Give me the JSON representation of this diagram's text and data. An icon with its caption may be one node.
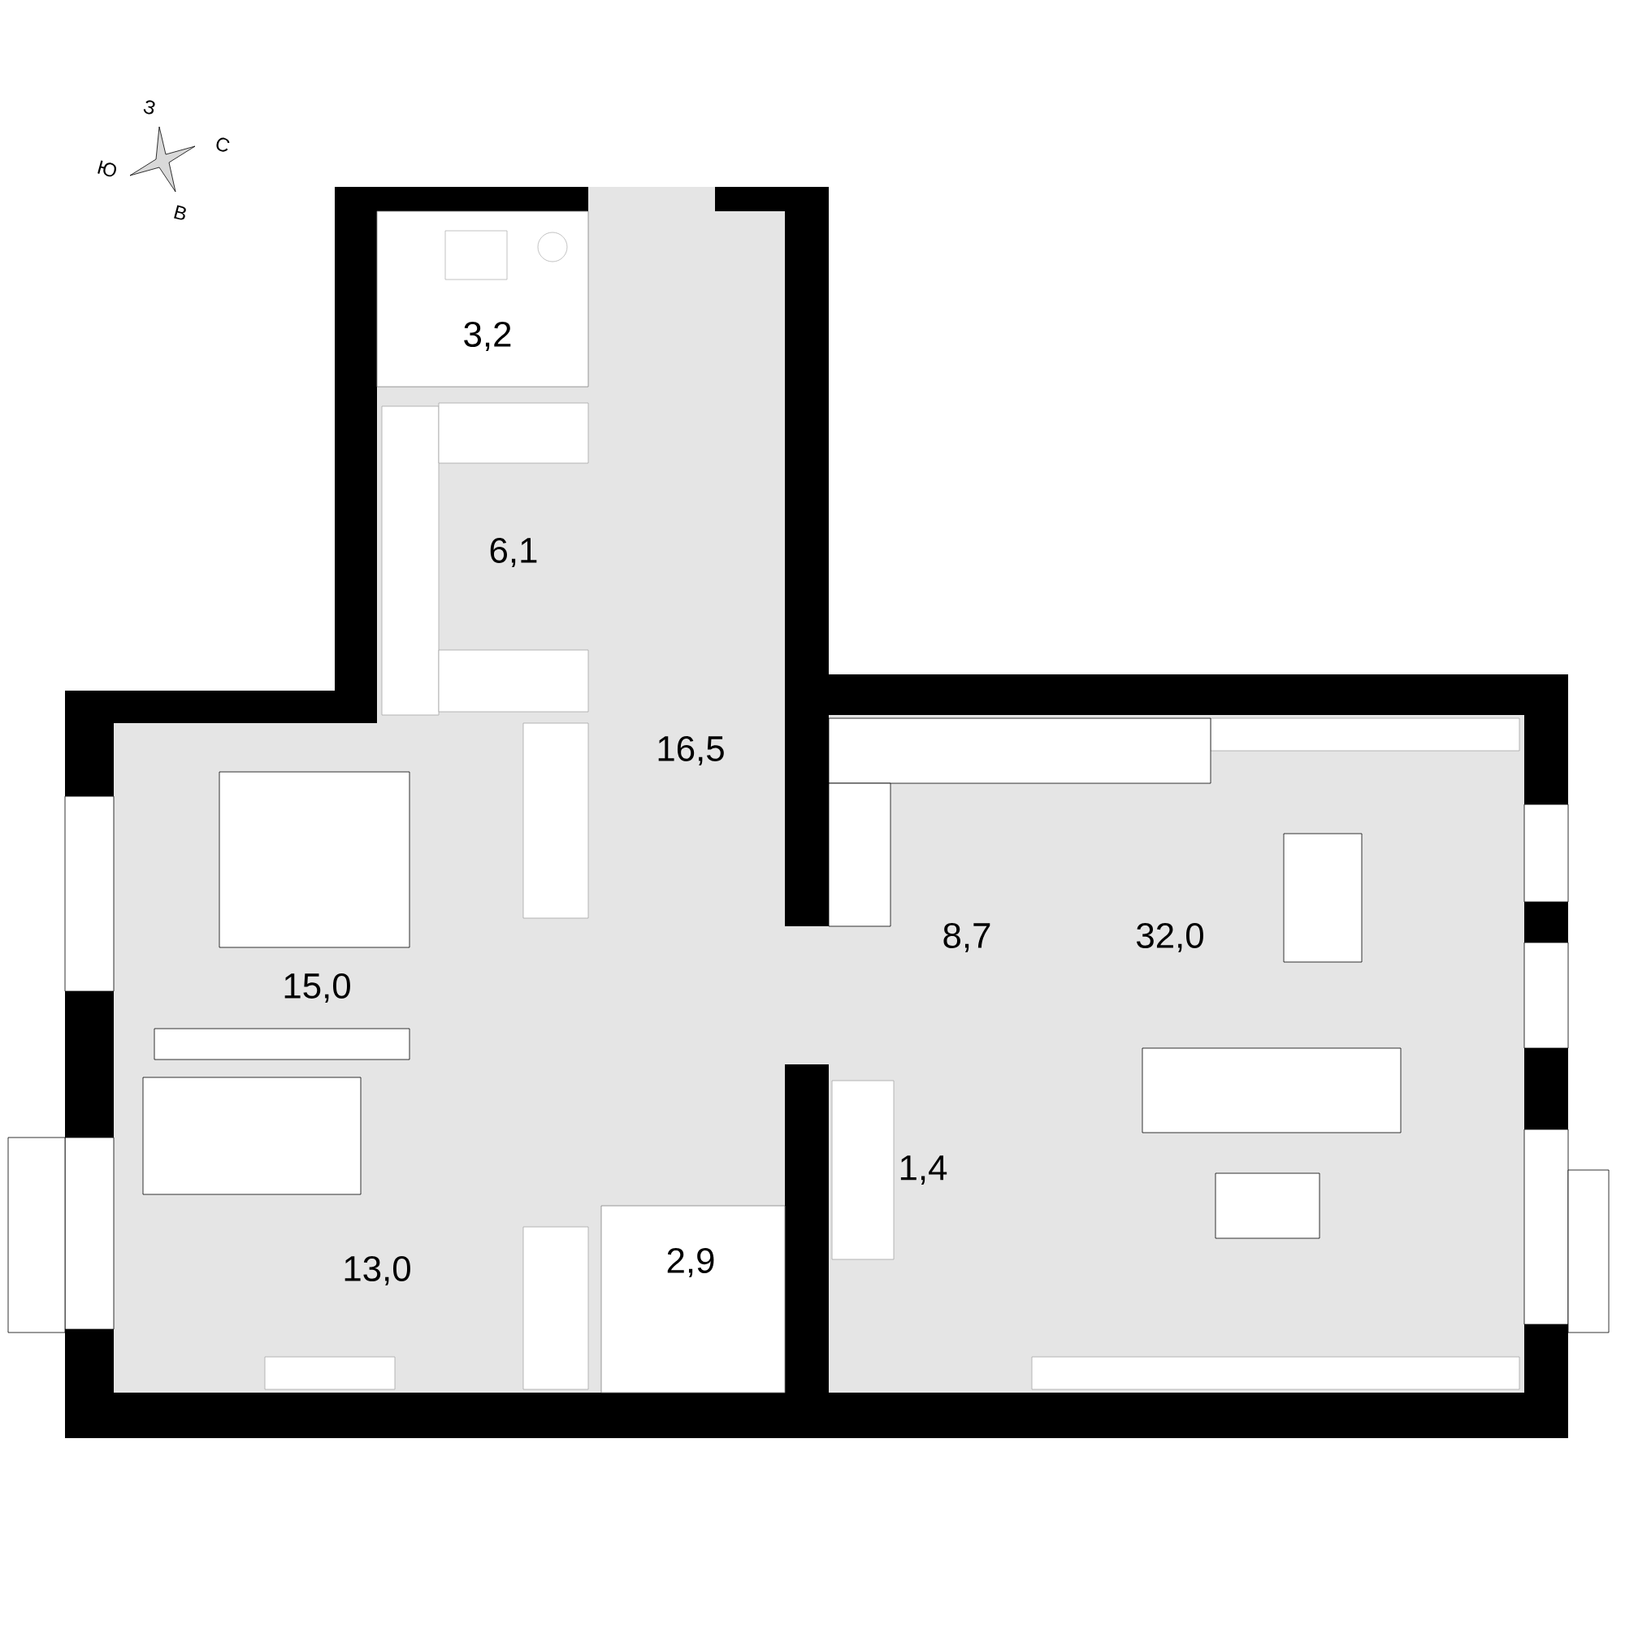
{
  "diagram": {
    "labels": [
      "З",
      "С",
      "Ю",
      "В",
      "3,2",
      "6,1",
      "16,5",
      "8,7",
      "32,0",
      "15,0",
      "1,4",
      "2,9",
      "13,0"
    ]
  }
}
